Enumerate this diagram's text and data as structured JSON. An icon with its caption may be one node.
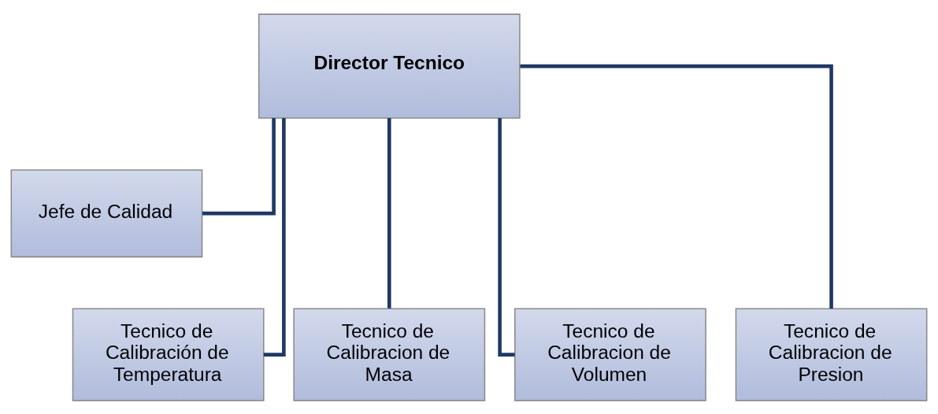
{
  "diagram": {
    "nodes": [
      {
        "text": [
          "Director Tecnico"
        ]
      },
      {
        "text": [
          "Jefe de Calidad"
        ]
      },
      {
        "text": [
          "Tecnico de Calibración de Temperatura"
        ]
      },
      {
        "text": [
          "Tecnico de Calibracion de Masa"
        ]
      },
      {
        "text": [
          "Tecnico de Calibracion de Volumen"
        ]
      },
      {
        "text": [
          "Tecnico de Calibracion de Presion"
        ]
      }
    ],
    "edges": [
      {
        "from": 0,
        "to": 1,
        "arrow": "none"
      },
      {
        "from": 0,
        "to": 2,
        "arrow": "none"
      },
      {
        "from": 0,
        "to": 3,
        "arrow": "none"
      },
      {
        "from": 0,
        "to": 4,
        "arrow": "none"
      },
      {
        "from": 0,
        "to": 5,
        "arrow": "none"
      }
    ]
  }
}
